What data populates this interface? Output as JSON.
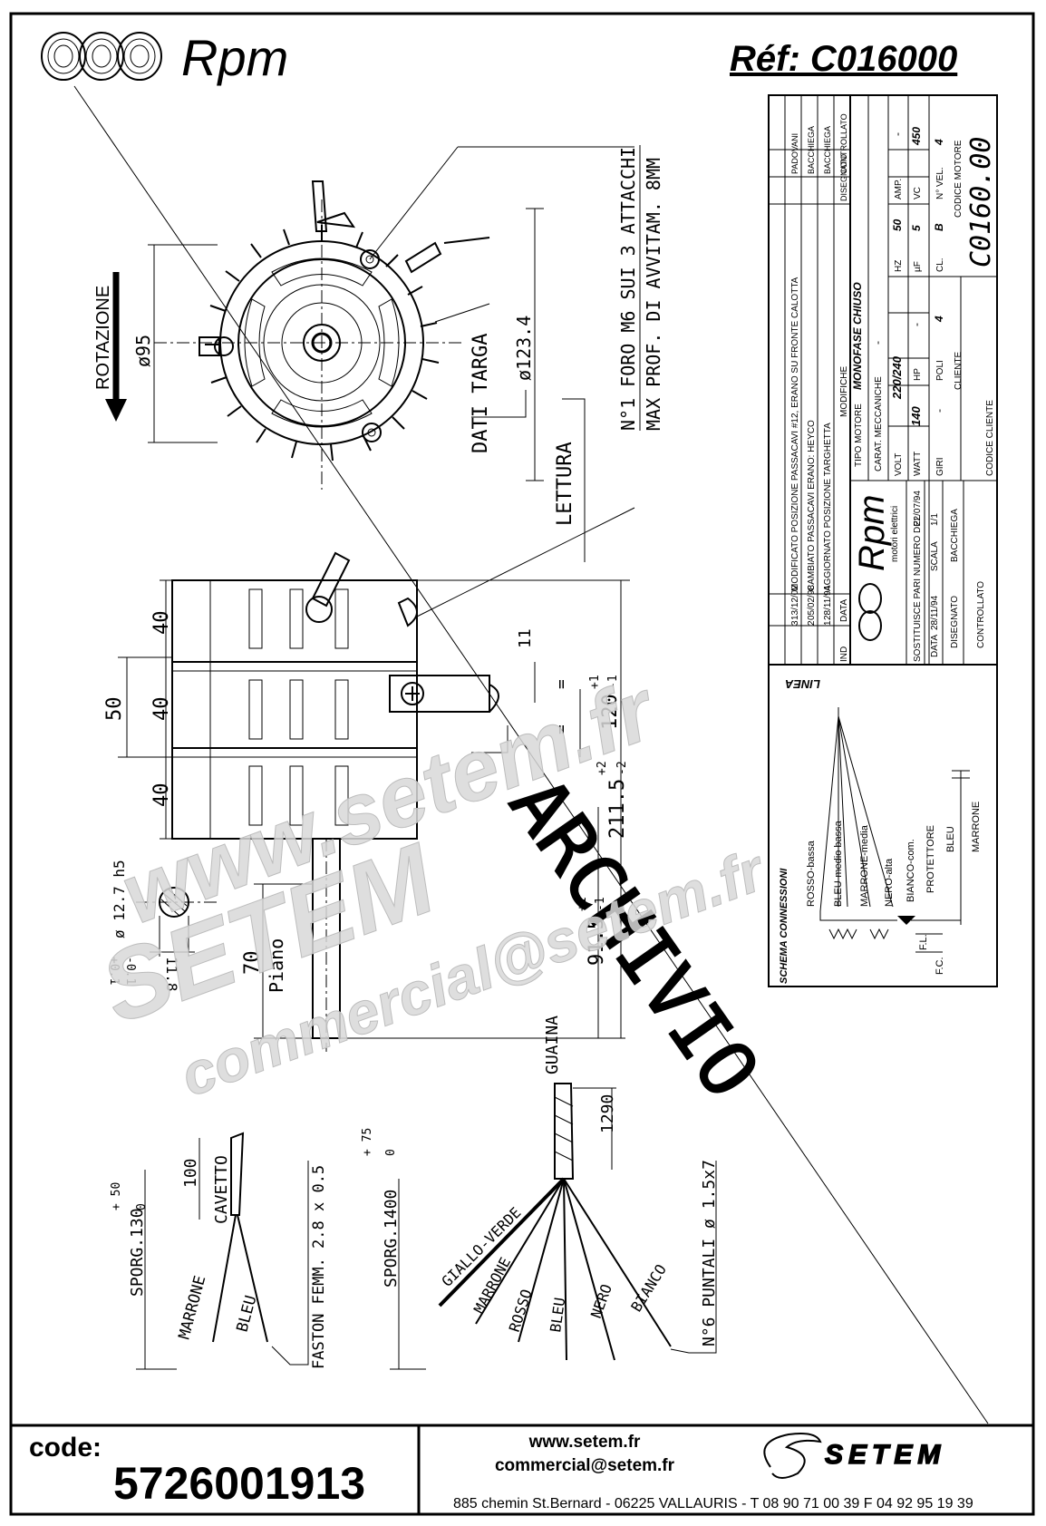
{
  "header": {
    "brand": "Rpm",
    "reference": "Réf:  C016000"
  },
  "drawing_labels": {
    "rotation": "ROTAZIONE",
    "diameter_95": "ø95",
    "diameter_123": "ø123.4",
    "dati_targa": "DATI TARGA",
    "lettura": "LETTURA",
    "foro_line1": "N°1 FORO M6 SUI 3 ATTACCHI",
    "foro_line2": "MAX PROF. DI AVVITAM. 8MM",
    "dim_40_top": "40",
    "dim_40_mid": "40",
    "dim_40_bot": "40",
    "dim_50": "50",
    "dim_11": "11",
    "dim_eq1": "=",
    "dim_eq2": "=",
    "dim_120": "120",
    "dim_120_tol_up": "+1",
    "dim_120_tol_dn": "-1",
    "dim_211": "211.5",
    "dim_211_tol_up": "+2",
    "dim_211_tol_dn": "-2",
    "dim_91": "91.5",
    "dim_91_tol_up": "+1",
    "dim_91_tol_dn": "-1",
    "dim_70": "70",
    "piano": "Piano",
    "shaft_diameter": "ø 12.7 h5",
    "shaft_flat": "11.8",
    "shaft_flat_tol_up": "+0.1",
    "shaft_flat_tol_dn": "-0.1",
    "archivio": "ARCHIVIO",
    "guaina": "GUAINA",
    "dim_1290": "1290",
    "sporg_1400": "SPORG.1400",
    "sporg_1400_tol_up": "+ 75",
    "sporg_1400_tol_dn": "0",
    "sporg_130": "SPORG.130",
    "sporg_130_tol_up": "+ 50",
    "sporg_130_tol_dn": "0",
    "dim_100": "100",
    "cavetto": "CAVETTO",
    "marrone_cap": "MARRONE",
    "bleu_cap": "BLEU",
    "faston": "FASTON FEMM. 2.8 x 0.5",
    "puntali": "N°6 PUNTALI ø 1.5x7",
    "wires": [
      "GIALLO-VERDE",
      "MARRONE",
      "ROSSO",
      "BLEU",
      "NERO",
      "BIANCO"
    ]
  },
  "title_block": {
    "revisions": [
      {
        "ind": "3",
        "date": "13/12/02",
        "text": "MODIFICATO POSIZIONE PASSACAVI #12, ERANO SU FRONTE CALOTTA",
        "by": "PADOVANI"
      },
      {
        "ind": "2",
        "date": "05/02/98",
        "text": "CAMBIATO PASSACAVI ERANO: HEYCO",
        "by": "BACCHIEGA"
      },
      {
        "ind": "1",
        "date": "28/11/94",
        "text": "AGGIORNATO POSIZIONE TARGHETTA",
        "by": "BACCHIEGA"
      }
    ],
    "rev_header": {
      "ind": "IND",
      "date": "DATA",
      "modifiche": "MODIFICHE",
      "disegnato": "DISEGNATO",
      "controllato": "CONTROLLATO"
    },
    "company_brand": "Rpm",
    "company_sub": "motori elettrici",
    "sostituisce": "SOSTITUISCE PARI NUMERO DEL",
    "sostituisce_date": "22/07/94",
    "data_label": "DATA",
    "data_value": "28/11/94",
    "scala_label": "SCALA",
    "scala_value": "1/1",
    "disegnato_label": "DISEGNATO",
    "disegnato_value": "BACCHIEGA",
    "controllato_label": "CONTROLLATO",
    "tipo_motore_label": "TIPO MOTORE",
    "tipo_motore": "MONOFASE CHIUSO",
    "carat_label": "CARAT. MECCANICHE",
    "carat_value": "-",
    "volt_label": "VOLT",
    "volt": "220/240",
    "hz_label": "HZ",
    "hz": "50",
    "amp_label": "AMP.",
    "amp": "-",
    "watt_label": "WATT",
    "watt": "140",
    "hp_label": "HP",
    "hp": "-",
    "uf_label": "µF",
    "uf": "5",
    "vc_label": "VC",
    "vc": "450",
    "giri_label": "GIRI",
    "giri": "-",
    "poli_label": "POLI",
    "poli": "4",
    "cl_label": "CL.",
    "cl": "B",
    "nvel_label": "N° VEL.",
    "nvel": "4",
    "cliente_label": "CLIENTE",
    "codice_cliente_label": "CODICE CLIENTE",
    "codice_motore_label": "CODICE MOTORE",
    "codice_motore": "C0160.00"
  },
  "schema": {
    "title": "SCHEMA CONNESSIONI",
    "linea": "LINEA",
    "labels": [
      "ROSSO-bassa",
      "BLEU-medio bassa",
      "MARRONE-media",
      "NERO-alta",
      "BIANCO-com.",
      "PROTETTORE",
      "BLEU",
      "MARRONE"
    ],
    "fl": "F.L.",
    "fc": "F.C."
  },
  "watermarks": [
    "www.setem.fr",
    "SETEM",
    "commercial@setem.fr"
  ],
  "footer": {
    "code_label": "code:",
    "code_value": "5726001913",
    "website": "www.setem.fr",
    "email": "commercial@setem.fr",
    "address": "885 chemin St.Bernard  -  06225 VALLAURIS  -  T 08 90 71 00 39   F 04 92 95 19 39",
    "brand": "SETEM"
  }
}
